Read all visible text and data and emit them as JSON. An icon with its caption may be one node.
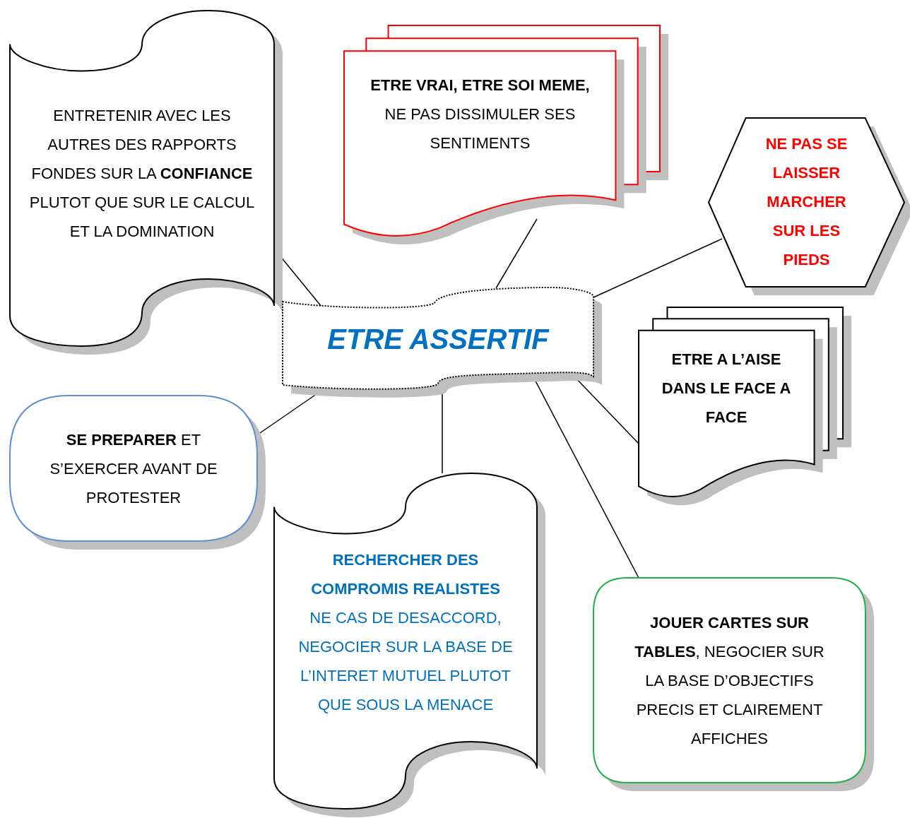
{
  "diagram": {
    "nodes": [
      {
        "text": [
          "ENTRETENIR AVEC LES AUTRES DES RAPPORTS FONDES SUR LA **CONFIANCE** PLUTOT QUE SUR LE CALCUL ET LA DOMINATION"
        ]
      },
      {
        "text": [
          "**ETRE VRAI, ETRE SOI MEME,** NE PAS DISSIMULER SES SENTIMENTS"
        ]
      },
      {
        "text": [
          "NE PAS SE LAISSER MARCHER SUR LES PIEDS"
        ]
      },
      {
        "text": [
          "ETRE ASSERTIF"
        ]
      },
      {
        "text": [
          "ETRE A L’AISE DANS LE FACE A FACE"
        ]
      },
      {
        "text": [
          "**SE PREPARER** ET S’EXERCER AVANT DE PROTESTER"
        ]
      },
      {
        "text": [
          "RECHERCHER DES COMPROMIS REALISTES",
          "NE CAS DE DESACCORD, NEGOCIER SUR LA BASE DE L’INTERET MUTUEL PLUTOT QUE SOUS LA MENACE"
        ]
      },
      {
        "text": [
          "**JOUER CARTES SUR TABLES**, NEGOCIER SUR LA BASE D’OBJECTIFS PRECIS ET CLAIREMENT AFFICHES"
        ]
      }
    ],
    "edges": [
      {
        "from": 3,
        "to": 0,
        "arrow": "none"
      },
      {
        "from": 3,
        "to": 1,
        "arrow": "none"
      },
      {
        "from": 3,
        "to": 2,
        "arrow": "none"
      },
      {
        "from": 3,
        "to": 4,
        "arrow": "none"
      },
      {
        "from": 3,
        "to": 5,
        "arrow": "none"
      },
      {
        "from": 3,
        "to": 6,
        "arrow": "none"
      },
      {
        "from": 3,
        "to": 7,
        "arrow": "none"
      }
    ]
  }
}
